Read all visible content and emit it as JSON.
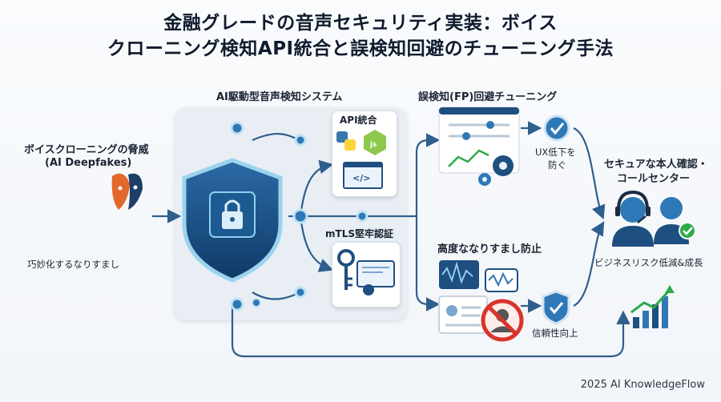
{
  "title": {
    "line1": "金融グレードの音声セキュリティ実装：ボイス",
    "line2": "クローニング検知API統合と誤検知回避のチューニング手法"
  },
  "threat": {
    "heading_line1": "ボイスクローニングの脅威",
    "heading_line2": "(AI Deepfakes)",
    "caption": "巧妙化するなりすまし"
  },
  "system": {
    "heading": "AI駆動型音声検知システム",
    "api_label": "API統合",
    "mtls_label": "mTLS堅牢認証"
  },
  "tuning": {
    "heading": "誤検知(FP)回避チューニング",
    "ux_line1": "UX低下を",
    "ux_line2": "防ぐ"
  },
  "spoof": {
    "heading": "高度ななりすまし防止",
    "trust": "信頼性向上"
  },
  "outcome": {
    "heading_line1": "セキュアな本人確認・",
    "heading_line2": "コールセンター",
    "growth": "ビジネスリスク低減&成長"
  },
  "credit": "2025 AI KnowledgeFlow",
  "colors": {
    "navy": "#1d4c7e",
    "blue": "#2f78b7",
    "teal": "#1fa0b8",
    "green": "#2eaa4a",
    "red": "#d8342c",
    "orange": "#e07a2a"
  },
  "icons": [
    "shield-lock-icon",
    "python-icon",
    "nodejs-icon",
    "code-window-icon",
    "key-icon",
    "certificate-icon",
    "slider-dashboard-icon",
    "gear-icon",
    "checkmark-badge-icon",
    "voice-chat-icon",
    "id-card-icon",
    "prohibited-icon",
    "shield-check-icon",
    "headset-agent-icon",
    "user-icon",
    "growth-chart-icon",
    "mask-icon",
    "waveform-icon"
  ]
}
